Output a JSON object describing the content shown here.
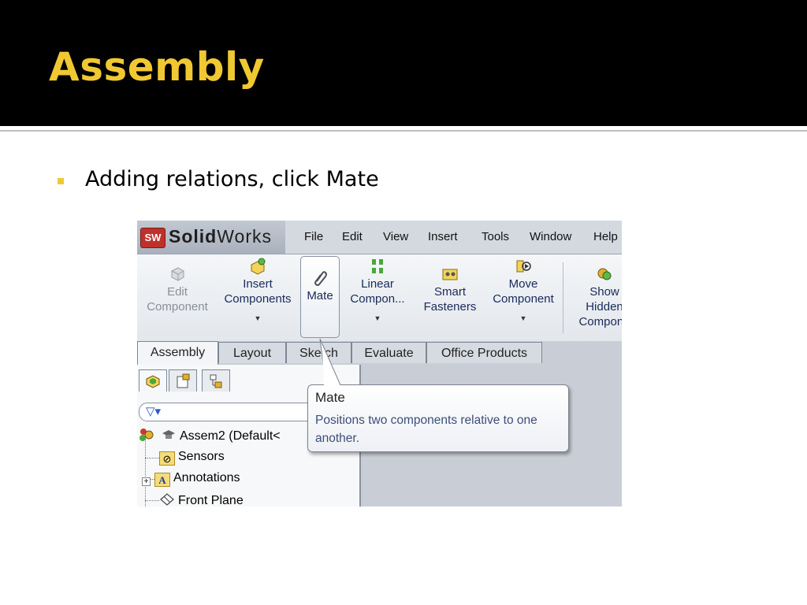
{
  "slide": {
    "title": "Assembly",
    "bullet": "Adding relations, click Mate"
  },
  "app": {
    "logo_badge": "SW",
    "logo_name_bold": "Solid",
    "logo_name_rest": "Works",
    "menu": [
      "File",
      "Edit",
      "View",
      "Insert",
      "Tools",
      "Window",
      "Help"
    ]
  },
  "ribbon": {
    "edit_component": [
      "Edit",
      "Component"
    ],
    "insert_components": [
      "Insert",
      "Components"
    ],
    "mate": "Mate",
    "linear_component": [
      "Linear",
      "Compon..."
    ],
    "smart_fasteners": [
      "Smart",
      "Fasteners"
    ],
    "move_component": [
      "Move",
      "Component"
    ],
    "show_hidden": [
      "Show",
      "Hidden",
      "Compone"
    ]
  },
  "tabs": [
    "Assembly",
    "Layout",
    "Sketch",
    "Evaluate",
    "Office Products"
  ],
  "tree": {
    "root": "Assem2  (Default<",
    "items": [
      "Sensors",
      "Annotations",
      "Front Plane"
    ]
  },
  "tooltip": {
    "title": "Mate",
    "description": "Positions two components relative to one another."
  },
  "colors": {
    "title": "#f0c832",
    "bullet": "#f0c832",
    "header_bg": "#000000"
  }
}
